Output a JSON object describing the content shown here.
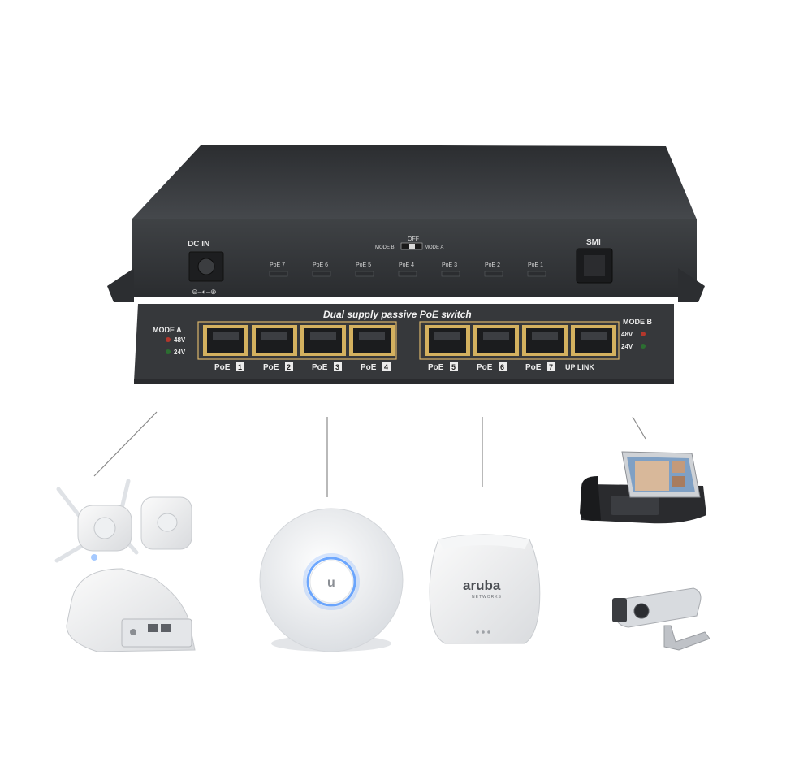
{
  "switch": {
    "back_panel": {
      "dc_in_label": "DC IN",
      "polarity_label": "⊖–◐–⊕",
      "switch_off_label": "OFF",
      "mode_b_label": "MODE B",
      "mode_a_label": "MODE A",
      "smi_label": "SMI",
      "rear_port_labels": [
        "PoE 7",
        "PoE 6",
        "PoE 5",
        "PoE 4",
        "PoE 3",
        "PoE 2",
        "PoE 1"
      ]
    },
    "front_panel": {
      "title": "Dual supply passive PoE switch",
      "mode_a_label": "MODE A",
      "mode_b_label": "MODE B",
      "v48_label": "48V",
      "v24_label": "24V",
      "port_prefix": "PoE",
      "port_numbers": [
        "1",
        "2",
        "3",
        "4",
        "5",
        "6",
        "7"
      ],
      "uplink_label": "UP LINK"
    },
    "colors": {
      "chassis": "#3a3c3f",
      "led_red": "#c0392b",
      "led_green": "#2e7d32"
    }
  },
  "devices": {
    "aruba_logo": "aruba",
    "aruba_subtext": "NETWORKS",
    "ubiquiti_logo": "u",
    "ubiquiti_ring_color": "#3d8bff"
  }
}
